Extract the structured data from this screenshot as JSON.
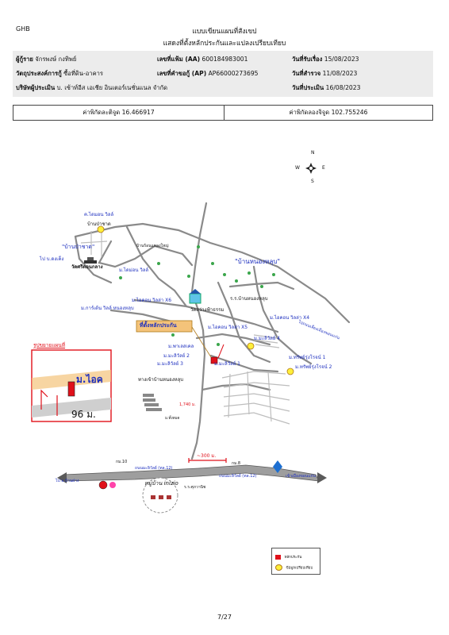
{
  "header": {
    "bank": "GHB",
    "title1": "แบบเขียนแผนที่สังเขป",
    "title2": "แสดงที่ตั้งหลักประกันและแปลงเปรียบเทียบ"
  },
  "info": {
    "borrower_label": "ผู้กู้ราย",
    "borrower_value": "จักรพงษ์ กงทิพย์",
    "file_no_label": "เลขที่แฟ้ม (AA)",
    "file_no_value": "600184983001",
    "received_label": "วันที่รับเรื่อง",
    "received_value": "15/08/2023",
    "purpose_label": "วัตถุประสงค์การกู้",
    "purpose_value": "ซื้อที่ดิน-อาคาร",
    "request_label": "เลขที่คำขอกู้ (AP)",
    "request_value": "AP66000273695",
    "survey_label": "วันที่สำรวจ",
    "survey_value": "11/08/2023",
    "appraiser_label": "บริษัทผู้ประเมิน",
    "appraiser_value": "บ. เซ้าท์อีส เอเชีย อินเตอร์เนชั่นแนล จำกัด",
    "appraise_label": "วันที่ประเมิน",
    "appraise_value": "16/08/2023"
  },
  "coords": {
    "lat_label": "ค่าพิกัดละติจูด",
    "lat_value": "16.466917",
    "lng_label": "ค่าพิกัดลองจิจูด",
    "lng_value": "102.755246"
  },
  "map": {
    "compass": {
      "n": "N",
      "s": "S",
      "e": "E",
      "w": "W"
    },
    "labels": {
      "l1": "ค.ไดมอน วิลล์",
      "l2": "บ้านป่าชาด",
      "l3": "\"บ้านป่าชาด\"",
      "l4": "ไป บ.ดงเค็ง",
      "l5": "วัดศรีดอนกลาง",
      "l6": "บ้านร้อนแหลงใหญ่",
      "l7": "ม.ไดม่อน วิลล์",
      "l8": "\"บ้านหนองหลุบ\"",
      "l9": "ม.ไอคอน วิลล่า X6",
      "l10": "วัดสว่างฟ้าธรรม",
      "l11": "ร.ร.บ้านหนองหลุบ",
      "l12": "ม.การ์เด้น วิลล์ หนองหลุบ",
      "l13": "ที่ตั้งหลักประกัน",
      "l14": "ม.ไอคอน วิลล่า X4",
      "l15": "ม.ไอคอน วิลล่า X5",
      "l16": "ไปถนนเลี่ยงเมืองขอนแก่น",
      "l17": "ม.พาเลสเคล",
      "l18": "ม.มะลิวัลย์ 4",
      "l19": "ม.มะลิวัลย์ 2",
      "l20": "ม.มะลิวัลย์ 3",
      "l21": "ม.มะลิวัลย์ 1",
      "l22": "ม.ทรัพย์รุ่งโรจน์ 1",
      "l23": "ม.ทรัพย์รุ่งโรจน์ 2",
      "l24": "ทางเข้าบ้านหนองหลุบ",
      "l25": "หมู่บ้าน inizio",
      "l26": "ถนนมะลิวัลย์ (ทล.12)",
      "l27": "ถนนมะลิวัลย์ (ทล.12)",
      "l28": "ร.ร.ศุภวานิช",
      "l29": "ไป อ.บ้านฝาง",
      "l30": "เข้าเมืองขอนแก่น",
      "l31": "ม.ทั้งหมด",
      "l32": "~300 ม.",
      "l33": "1,740 ม.",
      "l34": "รูปขยายแผนที่",
      "l35": "ม.ไอค",
      "l36": "96 ม.",
      "l37": "กม.10",
      "l38": "กม.8"
    }
  },
  "legend": {
    "item1": "หลักประกัน",
    "item2": "ข้อมูลเปรียบเทียบ"
  },
  "footer": {
    "page": "7/27"
  },
  "colors": {
    "road": "#7f7f7f",
    "highway": "#6e6e6e",
    "label": "#1d2fbf",
    "red": "#e0101a",
    "callout": "#f4c37a"
  }
}
